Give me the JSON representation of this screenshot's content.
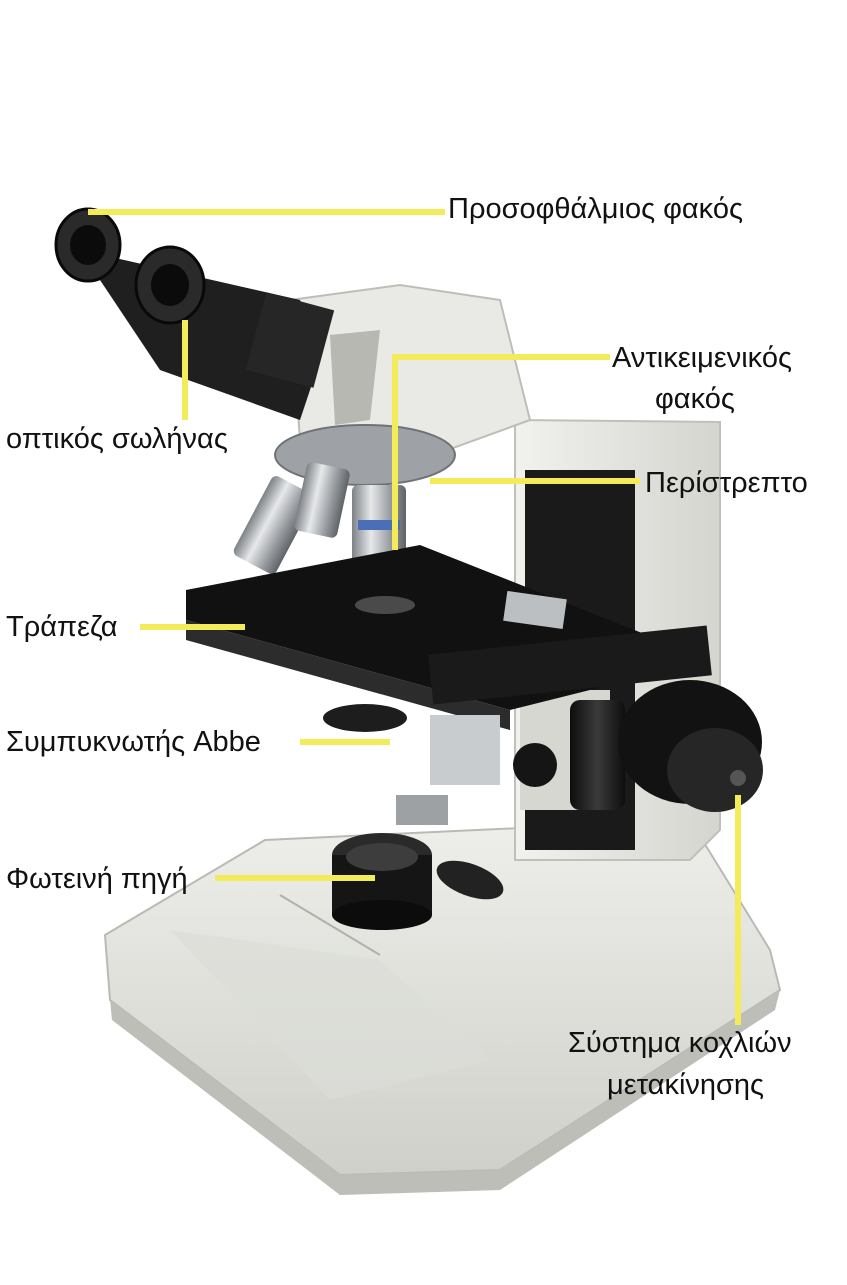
{
  "labels": {
    "eyepiece": "Προσοφθάλμιος φακός",
    "objective_line1": "Αντικειμενικός",
    "objective_line2": "φακός",
    "tube": "οπτικός σωλήνας",
    "revolver": "Περίστρεπτο",
    "stage": "Τράπεζα",
    "condenser": "Συμπυκνωτής Abbe",
    "light_source": "Φωτεινή πηγή",
    "focus_line1": "Σύστημα κοχλιών",
    "focus_line2": "μετακίνησης"
  },
  "colors": {
    "leader": "#f2ec5a",
    "body_light": "#e4e5e0",
    "body_shadow": "#c9cac4",
    "metal_dark": "#1c1c1c",
    "chrome": "#b8bcc0",
    "text": "#111111"
  }
}
